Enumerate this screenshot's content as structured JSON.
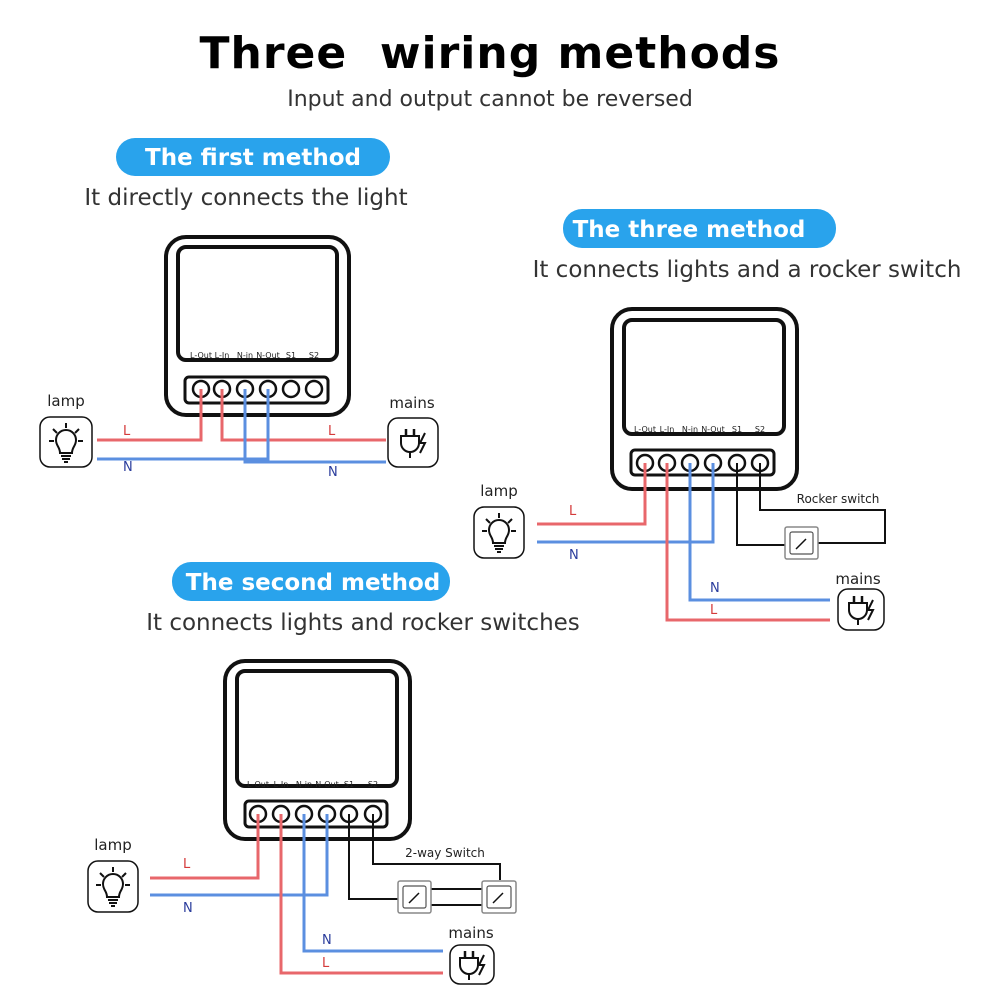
{
  "header": {
    "title": "Three  wiring methods",
    "subtitle": "Input and output cannot be reversed"
  },
  "terminals": [
    "L-Out",
    "L-In",
    "N-in",
    "N-Out",
    "S1",
    "S2"
  ],
  "labels": {
    "lamp": "lamp",
    "mains": "mains",
    "L": "L",
    "N": "N",
    "rocker_switch": "Rocker switch",
    "two_way_switch": "2-way Switch"
  },
  "methods": {
    "first": {
      "title": "The first method",
      "description": "It directly connects the light"
    },
    "second": {
      "title": "The second method",
      "description": "It connects lights and rocker switches"
    },
    "three": {
      "title": "The three method",
      "description": "It connects lights and a rocker switch"
    }
  },
  "colors": {
    "pill": "#29a3ec",
    "live_wire": "#e8676b",
    "neutral_wire": "#5b8fe0",
    "switch_wire": "#111111"
  }
}
